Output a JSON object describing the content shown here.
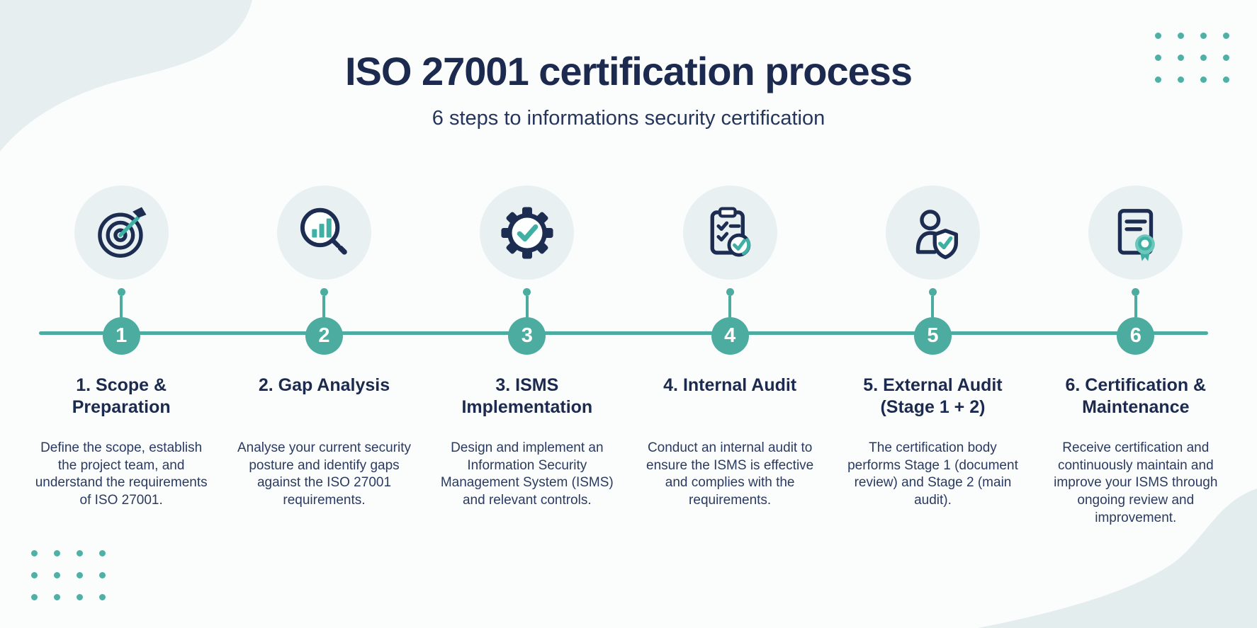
{
  "infographic": {
    "title": "ISO 27001 certification process",
    "subtitle": "6 steps to informations security certification"
  },
  "colors": {
    "teal_accent": "#4bac9f",
    "navy_text": "#1c2a4f",
    "body_text": "#2b3a60",
    "icon_circle_bg": "#e9f0f2",
    "corner_blob": "#e6eef0",
    "background": "#fbfdfd"
  },
  "steps": [
    {
      "number": "1",
      "icon": "target-icon",
      "title": "1. Scope & Preparation",
      "description": "Define the scope, establish the project team, and understand the requirements of ISO 27001."
    },
    {
      "number": "2",
      "icon": "magnifier-chart-icon",
      "title": "2. Gap Analysis",
      "description": "Analyse your current security posture and identify gaps against the ISO 27001 requirements."
    },
    {
      "number": "3",
      "icon": "gear-check-icon",
      "title": "3. ISMS Implementation",
      "description": "Design and implement an Information Security Management System (ISMS) and relevant controls."
    },
    {
      "number": "4",
      "icon": "clipboard-checklist-icon",
      "title": "4. Internal Audit",
      "description": "Conduct an internal audit to ensure the ISMS is effective and complies with the requirements."
    },
    {
      "number": "5",
      "icon": "auditor-shield-icon",
      "title": "5. External Audit (Stage 1 + 2)",
      "description": "The certification body performs Stage 1 (document review) and Stage 2 (main audit)."
    },
    {
      "number": "6",
      "icon": "certificate-icon",
      "title": "6. Certification & Maintenance",
      "description": "Receive certification and continuously maintain and improve your ISMS through ongoing review and improvement."
    }
  ]
}
